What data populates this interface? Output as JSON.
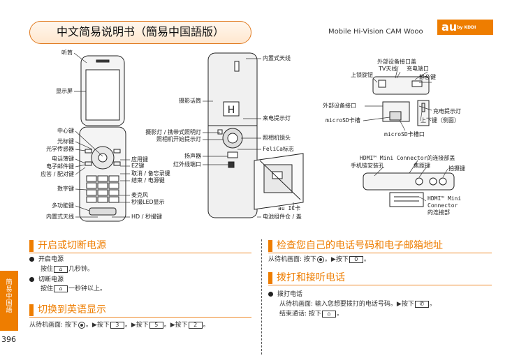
{
  "header": {
    "title": "中文简易说明书（簡易中国語版）",
    "brand": "Mobile Hi-Vision CAM Wooo",
    "logo_main": "au",
    "logo_sub": "by KDDI"
  },
  "phone_front_labels": {
    "earpiece": "听筒",
    "display": "显示屏",
    "center_key": "中心键",
    "cursor_key": "光标键",
    "light_sensor": "光学传感器",
    "phonebook_key": "电话簿键",
    "email_key": "电子邮件键",
    "answer_pair_key": "应答 / 配对键",
    "number_keys": "数字键",
    "multi_key": "多功能键",
    "antenna": "内置式天线",
    "app_key": "应用键",
    "ez_key": "EZ键",
    "cancel_key": "取消 / 备忘录键",
    "end_key": "结束 / 电源键",
    "microphone": "麦克风",
    "led_display": "秒撮LED显示",
    "hd_key": "HD / 秒撮键"
  },
  "phone_back_labels": {
    "antenna": "内置式天线",
    "camera_mic": "摄影话筒",
    "incoming_light": "来电提示灯",
    "photo_light": "摄影灯 / 携带式照明灯",
    "camera_light": "照相机开始提示灯",
    "camera_lens": "照相机镜头",
    "speaker": "扬声器",
    "felica": "FeliCa标志",
    "ir_port": "红外线端口",
    "au_ic_card": "au IC卡",
    "battery_cover": "电池组件仓 / 盖",
    "tv_chip": "H"
  },
  "phone_side_labels": {
    "ext_cover": "外部设备接口盖",
    "tv_antenna": "TV天线",
    "charge_port": "充电端口",
    "lock_knob": "上锁旋钮",
    "silent_key": "静音键",
    "ext_port": "外部设备接口",
    "charge_light": "充电提示灯",
    "microsd_card": "microSD卡槽",
    "updown_key": "上下键（侧面）",
    "microsd_slot": "microSD卡槽口"
  },
  "phone_bottom_labels": {
    "hdmi_cover": "HDMI™ Mini Connector的连接部盖",
    "strap_hole": "手机链安装孔",
    "focus_key": "焦距键",
    "shutter_key": "拍摄键",
    "hdmi_port_line1": "HDMI™ Mini",
    "hdmi_port_line2": "Connector",
    "hdmi_port_line3": "的连接部"
  },
  "sections": {
    "power": {
      "heading": "开启或切断电源",
      "on_title": "开启电源",
      "on_text_pre": "按住",
      "on_key": "⌂",
      "on_text_post": "几秒钟。",
      "off_title": "切断电源",
      "off_text_pre": "按住",
      "off_key": "⌂",
      "off_text_post": "一秒钟以上。"
    },
    "english": {
      "heading": "切换到英语显示",
      "text_pre": "从待机画面: 按下",
      "step1": "。▶按下",
      "key1": "3",
      "step2": "。▶按下",
      "key2": "5",
      "step3": "。▶按下",
      "key3": "2",
      "end": "。"
    },
    "check_number": {
      "heading": "检查您自己的电话号码和电子邮箱地址",
      "text_pre": "从待机画面: 按下",
      "step": "。▶按下",
      "key": "0",
      "end": "。"
    },
    "calls": {
      "heading": "拨打和接听电话",
      "bullet": "拨打电话",
      "line1_pre": "从待机画面: 输入您想要拨打的电话号码。▶按下",
      "line1_key": "✆",
      "line1_end": "。",
      "line2_pre": "结束通话: 按下",
      "line2_key": "⌂",
      "line2_end": "。"
    }
  },
  "side_tab": "簡易中国語",
  "page_number": "396",
  "colors": {
    "accent": "#ee7d00",
    "title_border": "#e07a1f"
  }
}
